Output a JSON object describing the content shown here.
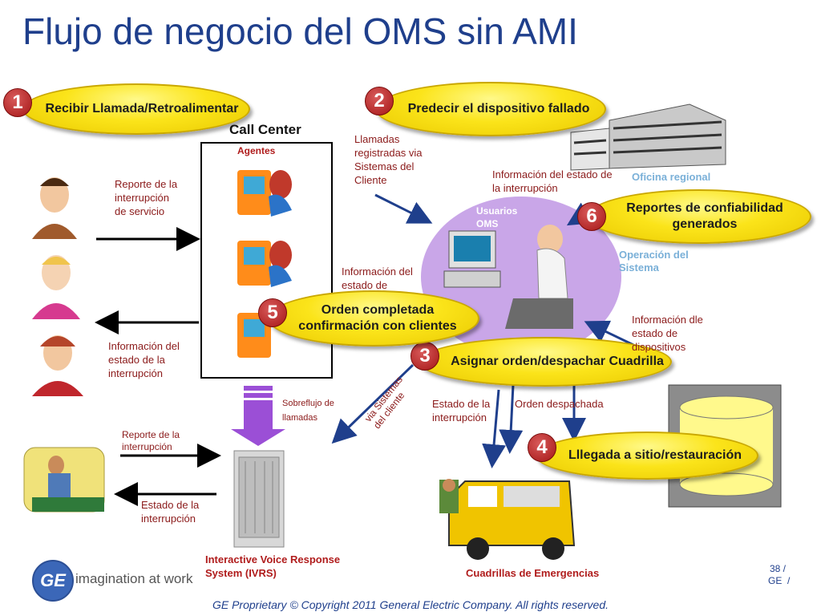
{
  "title": "Flujo de negocio del OMS sin AMI",
  "steps": [
    {
      "num": "1",
      "label": "Recibir Llamada/Retroalimentar"
    },
    {
      "num": "2",
      "label": "Predecir el dispositivo fallado"
    },
    {
      "num": "3",
      "label": "Asignar orden/despachar Cuadrilla"
    },
    {
      "num": "4",
      "label": "Lllegada a sitio/restauración"
    },
    {
      "num": "5",
      "label": "Orden completada confirmación con clientes"
    },
    {
      "num": "6",
      "label": "Reportes de confiabilidad generados"
    }
  ],
  "call_center": {
    "title": "Call Center",
    "agents": "Agentes"
  },
  "labels": {
    "reporte_servicio": "Reporte de la interrupción de servicio",
    "info_estado": "Información del estado de la interrupción",
    "reporte_interrupcion": "Reporte de la interrupción",
    "estado_interrupcion": "Estado de la interrupción",
    "llamadas_registradas": "Llamadas registradas via Sistemas del Cliente",
    "info_estado_interrupcion": "Información del estado de la interrupción",
    "oficina_regional": "Oficina regional",
    "usuarios_oms": "Usuarios OMS",
    "operacion_sistema": "Operación del Sistema",
    "info_estado_de": "Información del estado de",
    "info_dle_estado": "Información dle estado de dispositivos",
    "sobreflujo": "Sobreflujo de llamadas",
    "via_sistemas": "via Sistemas del cliente",
    "estado_de_la": "Estado de la interrupción",
    "orden_despachada": "Orden despachada",
    "ivrs": "Interactive Voice Response System (IVRS)",
    "cuadrillas": "Cuadrillas de Emergencias"
  },
  "logo": {
    "brand": "GE",
    "tagline": "imagination at work"
  },
  "page": {
    "number": "38 /",
    "org": "GE  /"
  },
  "footer": "GE Proprietary © Copyright 2011 General Electric Company. All rights reserved.",
  "colors": {
    "title": "#1f3f8c",
    "ellipse": "#fbe41a",
    "number_badge": "#a51616",
    "arrow_blue": "#1f3f8c",
    "label_red": "#8b1a1a",
    "label_blue": "#7ab0d8",
    "ivrs_arrow": "#9b4fd6"
  }
}
